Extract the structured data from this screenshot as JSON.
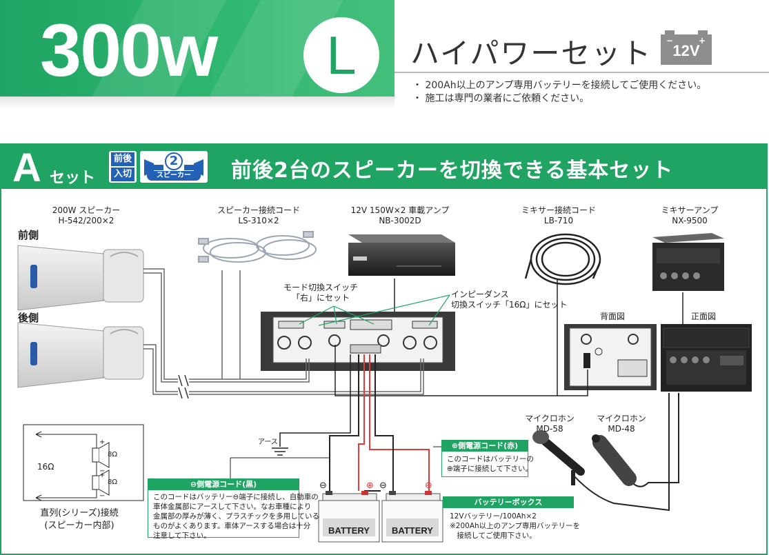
{
  "header": {
    "watt": "300w",
    "size_letter": "L",
    "title": "ハイパワーセット",
    "battery_label": "12V",
    "notes": [
      "・ 200Ah以上のアンプ専用バッテリーを接続してご使用ください。",
      "・ 施工は専門の業者にご依頼ください。"
    ]
  },
  "set": {
    "letter": "A",
    "suffix": "セット",
    "badge_front_back": [
      "前後",
      "入切"
    ],
    "badge_speaker_count": "2",
    "badge_speaker_label": "スピーカー",
    "title": "前後2台のスピーカーを切換できる基本セット"
  },
  "components": {
    "speaker": {
      "name": "200W スピーカー",
      "model": "H-542/200×2"
    },
    "speaker_cord": {
      "name": "スピーカー接続コード",
      "model": "LS-310×2"
    },
    "amp": {
      "name": "12V 150W×2 車載アンプ",
      "model": "NB-3002D"
    },
    "mixer_cord": {
      "name": "ミキサー接続コード",
      "model": "LB-710"
    },
    "mixer_amp": {
      "name": "ミキサーアンプ",
      "model": "NX-9500"
    },
    "mic1": {
      "name": "マイクロホン",
      "model": "MD-58"
    },
    "mic2": {
      "name": "マイクロホン",
      "model": "MD-48"
    }
  },
  "positions": {
    "front": "前側",
    "rear": "後側"
  },
  "views": {
    "back": "背面図",
    "front": "正面図"
  },
  "annotations": {
    "mode_switch": [
      "モード切換スイッチ",
      "「右」にセット"
    ],
    "impedance_switch": [
      "インピーダンス",
      "切換スイッチ「16Ω」にセット"
    ],
    "earth": "アース",
    "battery_text": "BATTERY"
  },
  "series_diagram": {
    "impedance_total": "16Ω",
    "speaker_impedance": "8Ω",
    "caption": [
      "直列(シリーズ)接続",
      "(スピーカー内部)"
    ]
  },
  "positive_cord": {
    "title": "⊕側電源コード(赤)",
    "body": [
      "このコードはバッテリーの",
      "⊕端子に接続して下さい。"
    ]
  },
  "negative_cord": {
    "title": "⊖側電源コード(黒)",
    "body": [
      "このコードはバッテリー⊖端子に接続し、自動車の",
      "車体金属部にアースして下さい。なお車種により",
      "金属部の厚みが薄く、プラスチックを多用している",
      "ものがよくあります。車体アースする場合は十分",
      "注意して下さい。"
    ]
  },
  "battery_box": {
    "title": "バッテリーボックス",
    "body": [
      "12Vバッテリー/100Ah×2",
      "※200Ah以上のアンプ専用バッテリーを",
      "　接続してご使用下さい。"
    ]
  },
  "colors": {
    "brand_green": "#1fa463",
    "badge_blue": "#2261b5",
    "positive_wire": "#e03a3a",
    "battery_gray": "#8d8d8d"
  }
}
